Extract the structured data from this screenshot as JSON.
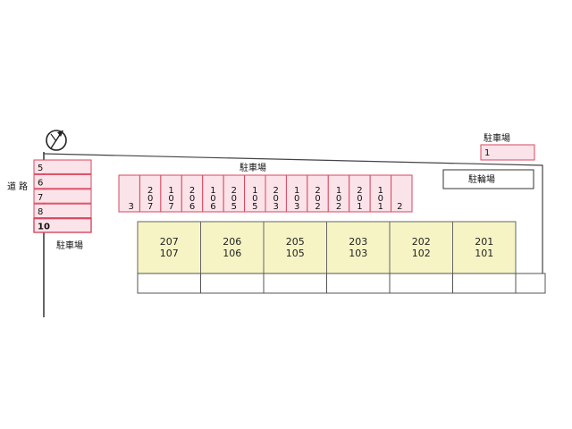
{
  "labels": {
    "road": "道路",
    "parking_top": "駐車場",
    "parking_left": "駐車場",
    "parking_right": "駐車場",
    "bicycle_parking": "駐輪場"
  },
  "left_parking": [
    "5",
    "6",
    "7",
    "8",
    "10"
  ],
  "top_parking": [
    "3",
    "207",
    "107",
    "206",
    "106",
    "205",
    "105",
    "203",
    "103",
    "202",
    "102",
    "201",
    "101",
    "2"
  ],
  "right_parking": "1",
  "units": [
    {
      "upper": "207",
      "lower": "107"
    },
    {
      "upper": "206",
      "lower": "106"
    },
    {
      "upper": "205",
      "lower": "105"
    },
    {
      "upper": "203",
      "lower": "103"
    },
    {
      "upper": "202",
      "lower": "102"
    },
    {
      "upper": "201",
      "lower": "101"
    }
  ],
  "colors": {
    "parking_fill": "#fbe3ea",
    "parking_stroke": "#d9475f",
    "unit_fill": "#f6f4c5",
    "line": "#333333"
  },
  "icons": {
    "compass": "north-arrow-icon"
  }
}
